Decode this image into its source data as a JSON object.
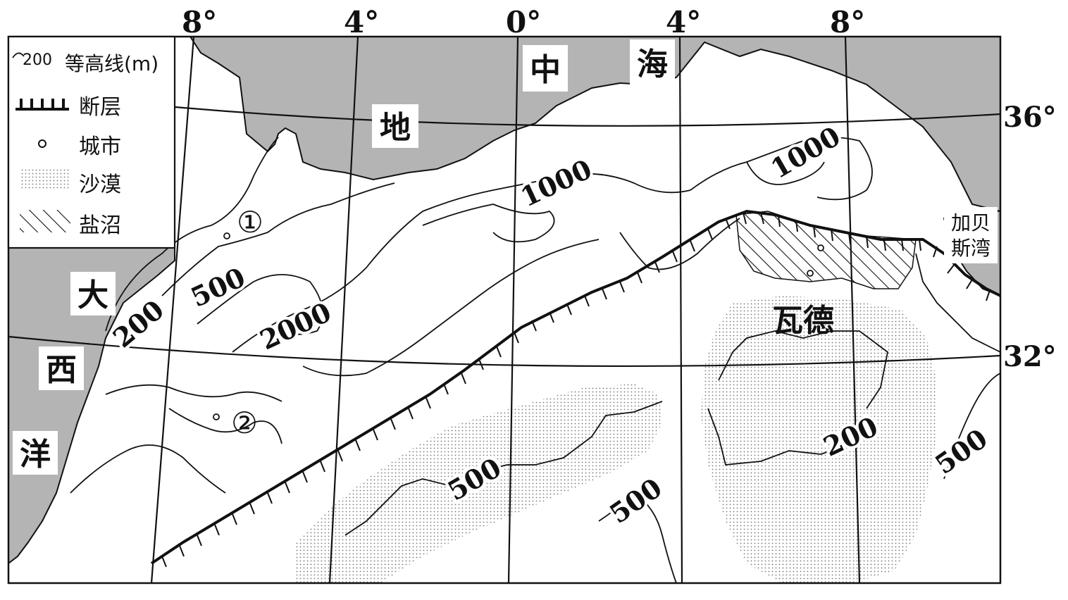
{
  "map": {
    "longitude_labels": [
      "8°",
      "4°",
      "0°",
      "4°",
      "8°"
    ],
    "latitude_labels": [
      "36°",
      "32°"
    ],
    "seas": {
      "mediterranean_chars": [
        "地",
        "中",
        "海"
      ],
      "atlantic_chars": [
        "大",
        "西",
        "洋"
      ],
      "gabes_gulf": [
        "加贝",
        "斯湾"
      ]
    },
    "regions": {
      "wade": "瓦德"
    },
    "cities": {
      "city_1": "①",
      "city_2": "②"
    },
    "contour_labels": {
      "c200_west": "200",
      "c500_west": "500",
      "c2000": "2000",
      "c1000_center": "1000",
      "c1000_east": "1000",
      "c500_south1": "500",
      "c500_south2": "500",
      "c200_south": "200",
      "c500_east": "500"
    }
  },
  "legend": {
    "contour": {
      "sample_value": "200",
      "label": "等高线(m)"
    },
    "fault": {
      "label": "断层"
    },
    "city": {
      "label": "城市"
    },
    "desert": {
      "label": "沙漠"
    },
    "salt_marsh": {
      "label": "盐沼"
    }
  },
  "colors": {
    "sea": "#b4b4b4",
    "land": "#ffffff",
    "line": "#111111",
    "desert_dot": "#777777"
  }
}
